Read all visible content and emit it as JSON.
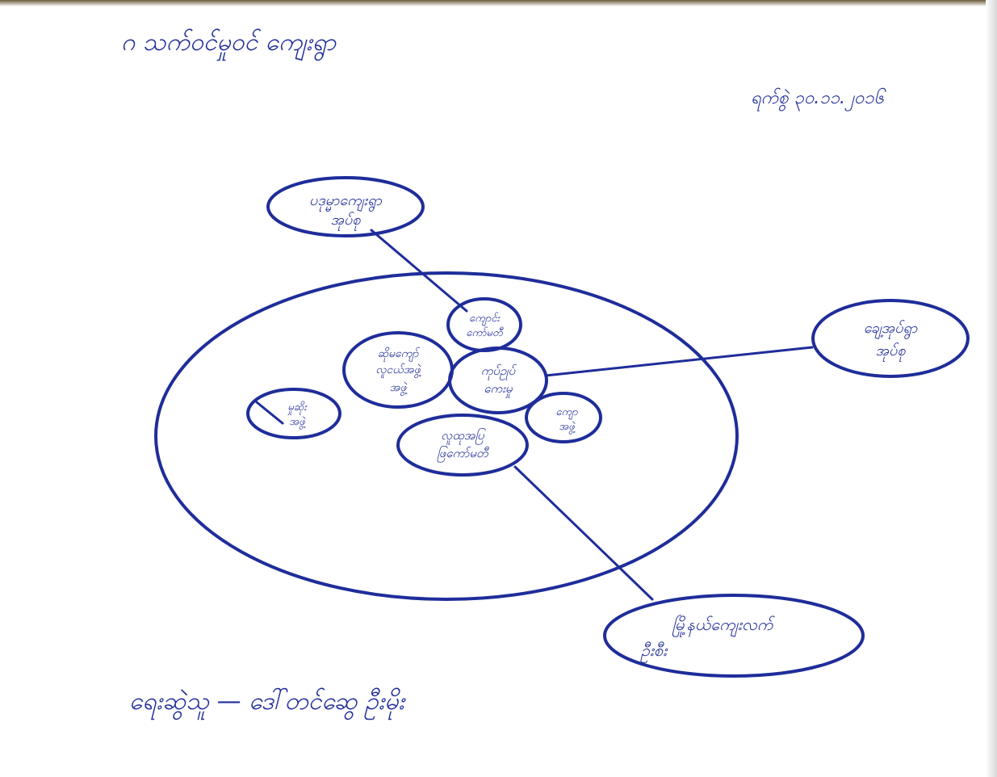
{
  "title": "ဂ သက်ဝင်မှုဝင် ကျေးရွာ",
  "date": "ရက်စွဲ ၃၀.၁၁.၂၀၁၆",
  "footer": "ရေးဆွဲသူ — ဒေါ်တင်ဆွေ ဦးမိုး",
  "nodes": {
    "outer_top": [
      "ပဒုမ္မာကျေးရွာ",
      "အုပ်စု"
    ],
    "outer_right": [
      "ချေ့အုပ်ရွာ",
      "အုပ်စု"
    ],
    "outer_bottom": [
      "မြို့နယ်ကျေးလက်",
      "ဦးစီး"
    ],
    "inner_top": [
      "ကျောင်း",
      "ကော်မတီ"
    ],
    "inner_left_top": [
      "ဆိုမကျော်",
      "လူငယ်အဖွဲ့",
      "အဖွဲ့"
    ],
    "inner_center": [
      "ကုပ်ဥုပ်",
      "ကေးမှု"
    ],
    "inner_left": [
      "မှုဆိုး",
      "အဖွဲ့"
    ],
    "inner_right": [
      "ကျော",
      "အဖွဲ့"
    ],
    "inner_bottom": [
      "လူထုအပြ",
      "ဖြကော်မတီ"
    ]
  },
  "colors": {
    "ink": "#1f2d9a",
    "paper": "#ffffff"
  }
}
